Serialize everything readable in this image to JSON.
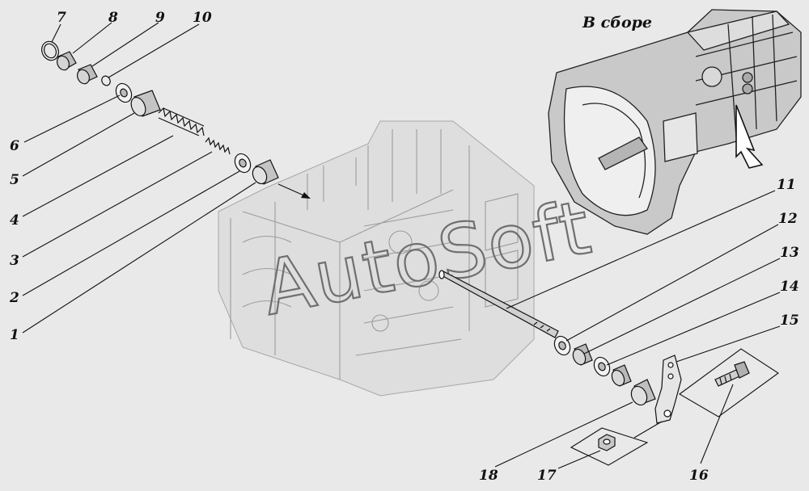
{
  "diagram": {
    "assembly_heading": "В сборе",
    "watermark": "AutoSoft",
    "callouts": [
      {
        "id": "7",
        "label": "7"
      },
      {
        "id": "8",
        "label": "8"
      },
      {
        "id": "9",
        "label": "9"
      },
      {
        "id": "10",
        "label": "10"
      },
      {
        "id": "6",
        "label": "6"
      },
      {
        "id": "5",
        "label": "5"
      },
      {
        "id": "4",
        "label": "4"
      },
      {
        "id": "3",
        "label": "3"
      },
      {
        "id": "2",
        "label": "2"
      },
      {
        "id": "1",
        "label": "1"
      },
      {
        "id": "11",
        "label": "11"
      },
      {
        "id": "12",
        "label": "12"
      },
      {
        "id": "13",
        "label": "13"
      },
      {
        "id": "14",
        "label": "14"
      },
      {
        "id": "15",
        "label": "15"
      },
      {
        "id": "16",
        "label": "16"
      },
      {
        "id": "17",
        "label": "17"
      },
      {
        "id": "18",
        "label": "18"
      }
    ]
  }
}
